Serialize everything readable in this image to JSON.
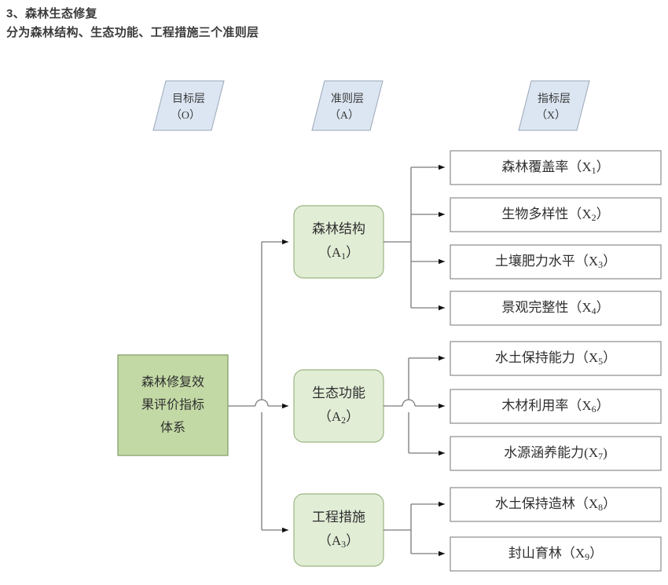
{
  "heading": {
    "line1": "3、森林生态修复",
    "line2": "分为森林结构、生态功能、工程措施三个准则层"
  },
  "colors": {
    "legend_fill": "#dce6f2",
    "legend_stroke": "#9aa7b8",
    "root_fill": "#c3d9a5",
    "root_stroke": "#7f9b63",
    "criteria_fill": "#e2edd6",
    "criteria_stroke": "#9ab57f",
    "leaf_fill": "#ffffff",
    "leaf_stroke": "#8c8c8c",
    "connector": "#7a7a7a",
    "text": "#2f2f2f",
    "heading_text": "#3b3b3b"
  },
  "legend": [
    {
      "name": "goal-layer",
      "line1": "目标层",
      "line2": "（O）"
    },
    {
      "name": "criteria-layer",
      "line1": "准则层",
      "line2": "（A）"
    },
    {
      "name": "indicator-layer",
      "line1": "指标层",
      "line2": "（X）"
    }
  ],
  "root": {
    "line1": "森林修复效",
    "line2": "果评价指标",
    "line3": "体系"
  },
  "criteria": [
    {
      "name": "forest-structure",
      "line1": "森林结构",
      "label": "（A",
      "sub": "1",
      "close": "）"
    },
    {
      "name": "ecological-function",
      "line1": "生态功能",
      "label": "（A",
      "sub": "2",
      "close": "）"
    },
    {
      "name": "engineering-measures",
      "line1": "工程措施",
      "label": "（A",
      "sub": "3",
      "close": "）"
    }
  ],
  "indicators": [
    {
      "name": "forest-coverage-rate",
      "text": "森林覆盖率（X",
      "sub": "1",
      "close": "）"
    },
    {
      "name": "biodiversity",
      "text": "生物多样性（X",
      "sub": "2",
      "close": "）"
    },
    {
      "name": "soil-fertility-level",
      "text": "土壤肥力水平（X",
      "sub": "3",
      "close": "）"
    },
    {
      "name": "landscape-integrity",
      "text": "景观完整性（X",
      "sub": "4",
      "close": "）"
    },
    {
      "name": "soil-water-conservation-capacity",
      "text": "水土保持能力（X",
      "sub": "5",
      "close": "）"
    },
    {
      "name": "timber-utilization-rate",
      "text": "木材利用率（X",
      "sub": "6",
      "close": "）"
    },
    {
      "name": "water-conservation-capacity",
      "text": "水源涵养能力(X",
      "sub": "7",
      "close": ")"
    },
    {
      "name": "soil-water-conservation-afforestation",
      "text": "水土保持造林（X",
      "sub": "8",
      "close": "）"
    },
    {
      "name": "mountain-closure-afforestation",
      "text": "封山育林（X",
      "sub": "9",
      "close": "）"
    }
  ]
}
